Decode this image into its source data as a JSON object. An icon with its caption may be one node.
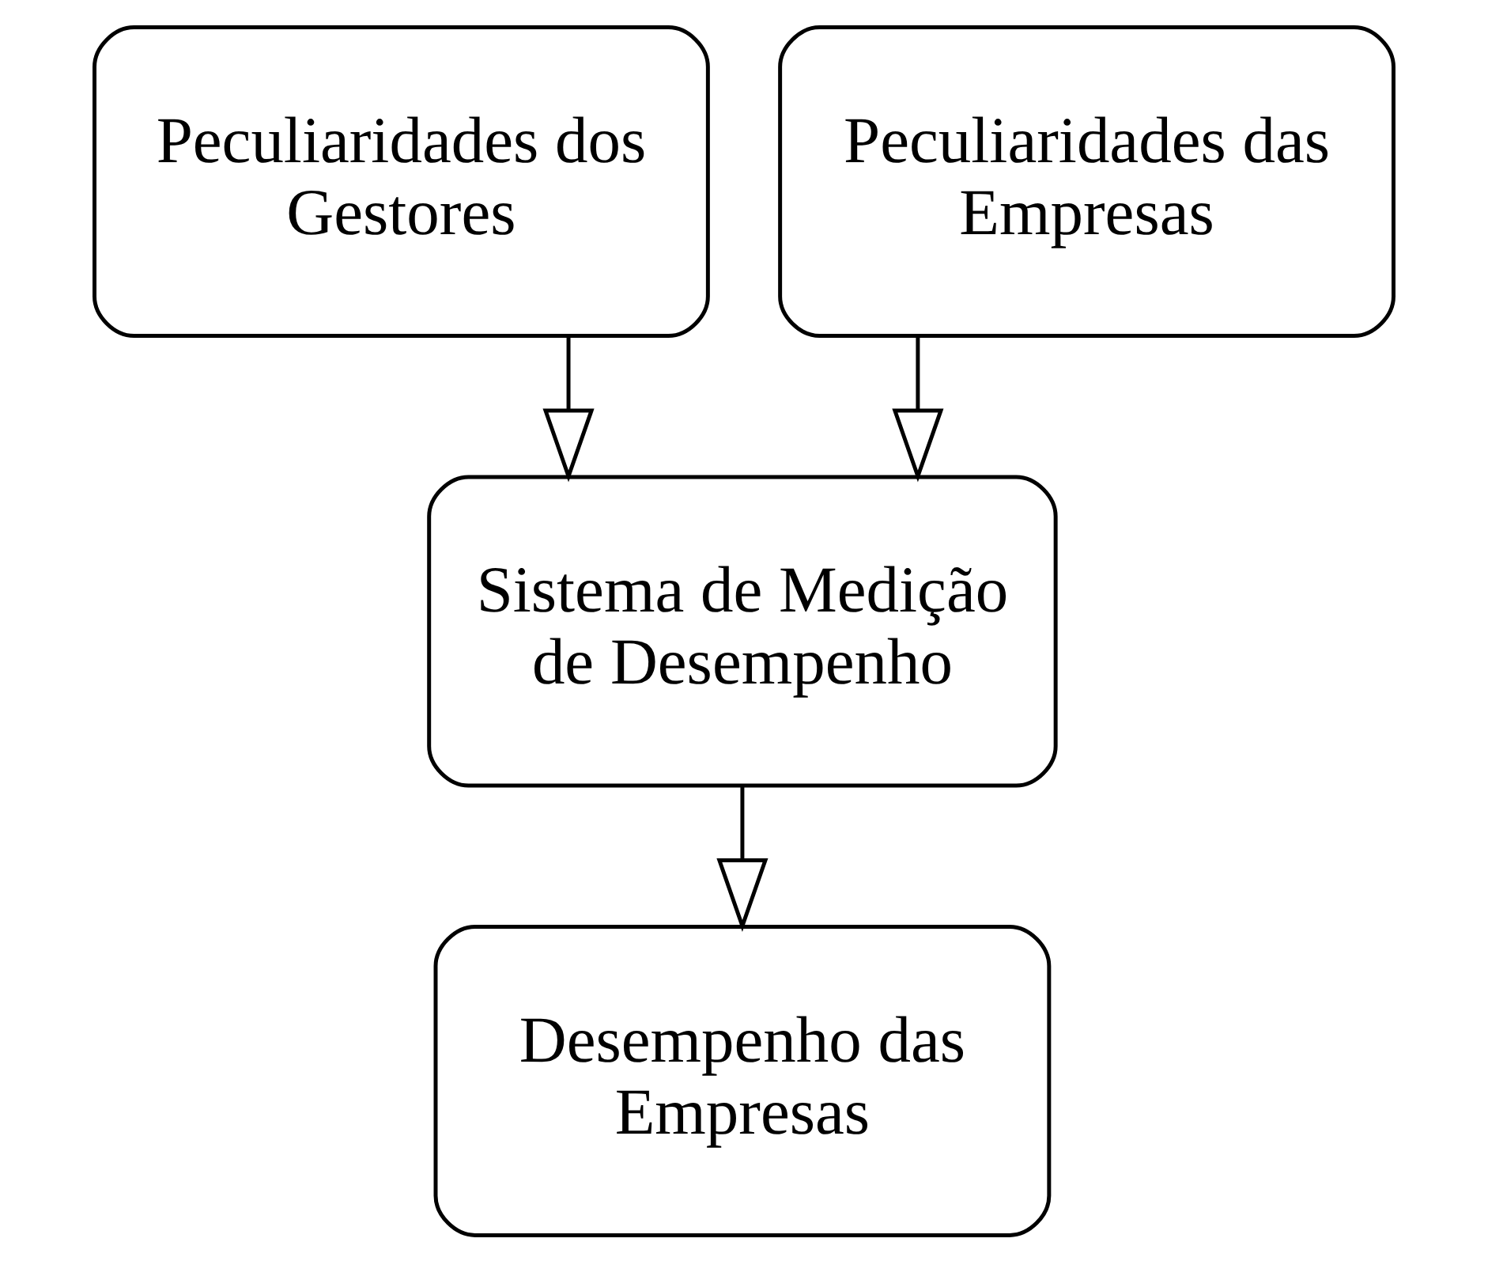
{
  "diagram": {
    "nodes": [
      {
        "text": [
          "Peculiaridades dos Gestores"
        ]
      },
      {
        "text": [
          "Peculiaridades das Empresas"
        ]
      },
      {
        "text": [
          "Sistema de Medição de Desempenho"
        ]
      },
      {
        "text": [
          "Desempenho das Empresas"
        ]
      }
    ],
    "edges": [
      {
        "from": 0,
        "to": 2,
        "arrow": "to"
      },
      {
        "from": 1,
        "to": 2,
        "arrow": "to"
      },
      {
        "from": 2,
        "to": 3,
        "arrow": "to"
      }
    ]
  }
}
